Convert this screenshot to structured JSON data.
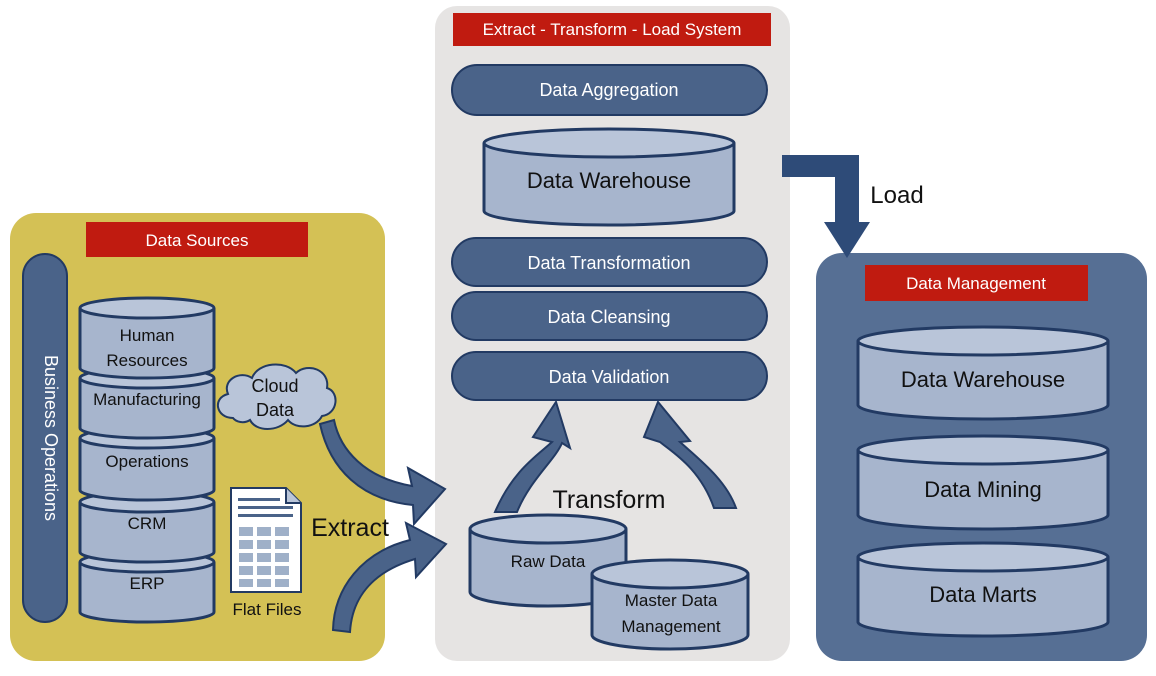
{
  "colors": {
    "sources_panel": "#d4c155",
    "etl_panel": "#e6e4e3",
    "management_panel": "#566f94",
    "header_red": "#c01b10",
    "pill_blue": "#4a6389",
    "cylinder_fill": "#a7b5cd",
    "cylinder_top": "#b9c5d9",
    "outline_blue": "#223a63",
    "arrow_blue": "#2e4b78",
    "white": "#ffffff",
    "text_dark": "#111111"
  },
  "etl": {
    "title": "Extract - Transform - Load System",
    "aggregation": "Data Aggregation",
    "warehouse": "Data Warehouse",
    "transformation": "Data Transformation",
    "cleansing": "Data Cleansing",
    "validation": "Data Validation",
    "transform_label": "Transform",
    "raw_data": "Raw Data",
    "master_line1": "Master Data",
    "master_line2": "Management"
  },
  "sources": {
    "title": "Data Sources",
    "business_operations": "Business Operations",
    "hr_line1": "Human",
    "hr_line2": "Resources",
    "manufacturing": "Manufacturing",
    "operations": "Operations",
    "crm": "CRM",
    "erp": "ERP",
    "cloud_line1": "Cloud",
    "cloud_line2": "Data",
    "flat_files": "Flat Files",
    "extract_label": "Extract"
  },
  "management": {
    "title": "Data Management",
    "warehouse": "Data Warehouse",
    "mining": "Data Mining",
    "marts": "Data Marts",
    "load_label": "Load"
  },
  "icons": {
    "cloud": "cloud-icon",
    "flat_file": "document-icon",
    "load_arrow": "elbow-arrow-icon",
    "curved_arrow": "curved-arrow-icon"
  }
}
